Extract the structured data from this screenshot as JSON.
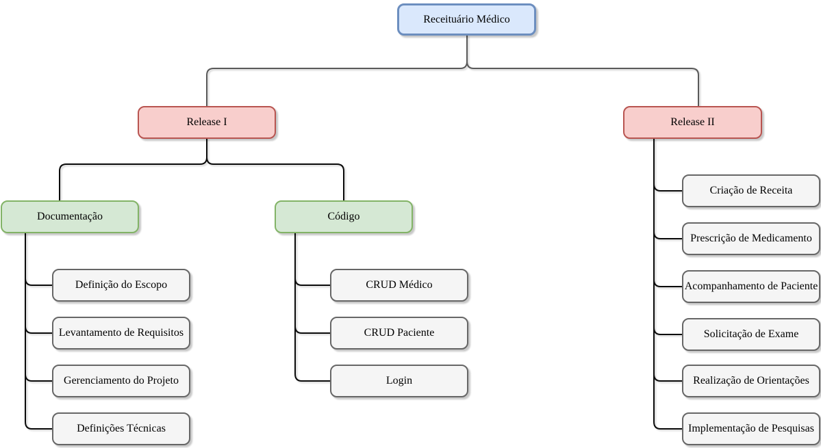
{
  "tree": {
    "root": {
      "label": "Receituário Médico"
    },
    "branches": [
      {
        "label": "Release I",
        "groups": [
          {
            "label": "Documentação",
            "children": [
              "Definição do Escopo",
              "Levantamento de Requisitos",
              "Gerenciamento do Projeto",
              "Definições Técnicas"
            ]
          },
          {
            "label": "Código",
            "children": [
              "CRUD Médico",
              "CRUD Paciente",
              "Login"
            ]
          }
        ]
      },
      {
        "label": "Release II",
        "children": [
          "Criação de Receita",
          "Prescrição de Medicamento",
          "Acompanhamento de Paciente",
          "Solicitação de Exame",
          "Realização de Orientações",
          "Implementação de Pesquisas"
        ]
      }
    ]
  },
  "colors": {
    "root_fill": "#dae8fc",
    "root_stroke": "#6c8ebf",
    "release_fill": "#f8cecc",
    "release_stroke": "#b85450",
    "group_fill": "#d5e8d4",
    "group_stroke": "#82b366",
    "leaf_fill": "#f5f5f5",
    "leaf_stroke": "#666666",
    "connector_top": "#595959",
    "connector_branch": "#0a0a0a"
  }
}
